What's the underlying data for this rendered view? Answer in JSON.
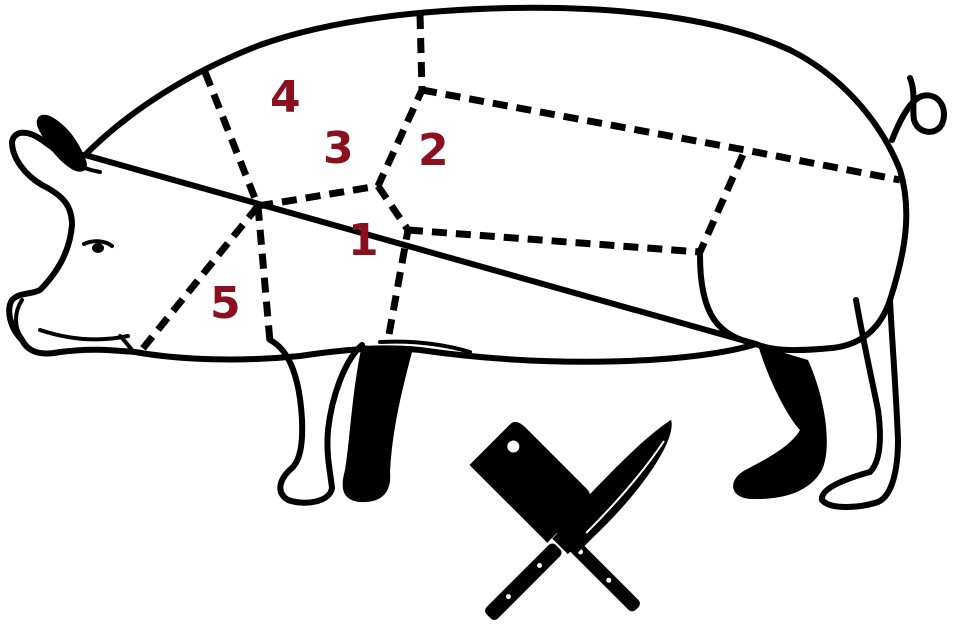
{
  "diagram": {
    "label_color": "#8a1020",
    "outline_color": "#000000",
    "cut_labels": [
      {
        "id": "cut-1",
        "text": "1"
      },
      {
        "id": "cut-2",
        "text": "2"
      },
      {
        "id": "cut-3",
        "text": "3"
      },
      {
        "id": "cut-4",
        "text": "4"
      },
      {
        "id": "cut-5",
        "text": "5"
      }
    ],
    "icons": [
      "pig-silhouette",
      "chef-knife-icon",
      "cleaver-icon"
    ]
  }
}
